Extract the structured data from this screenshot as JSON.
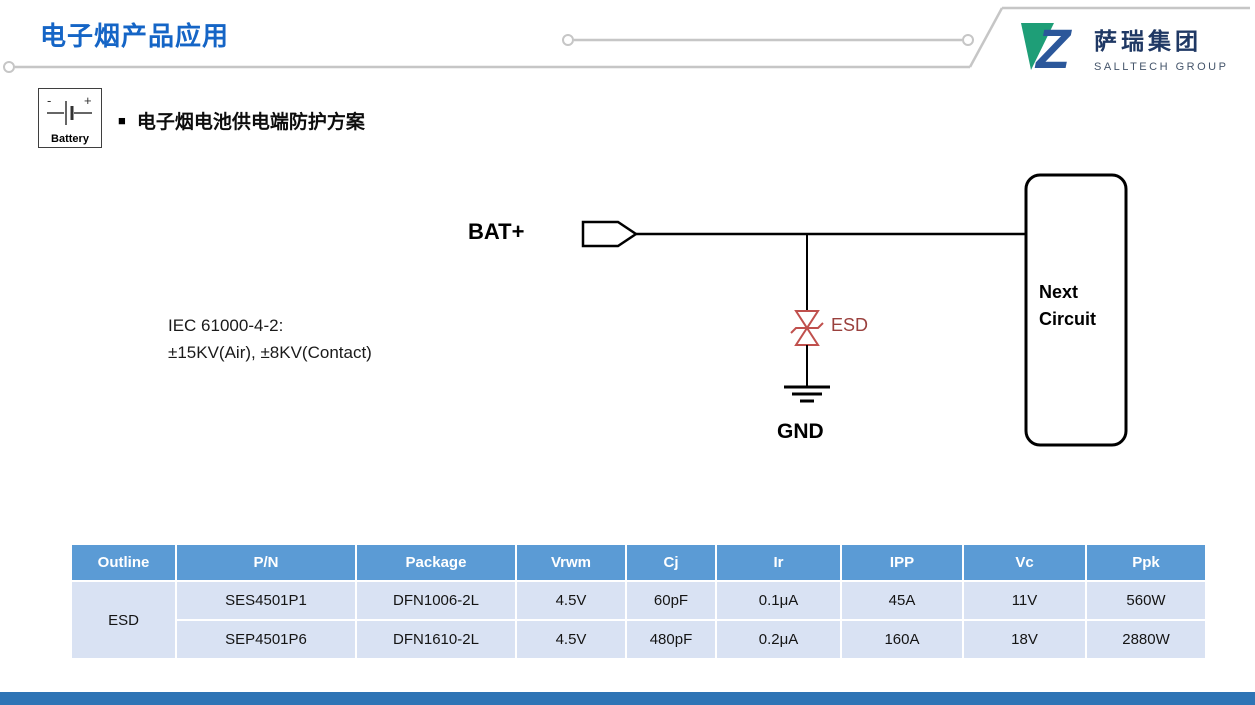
{
  "header": {
    "title": "电子烟产品应用",
    "logo": {
      "name_cn": "萨瑞集团",
      "name_en": "SALLTECH GROUP"
    }
  },
  "section": {
    "bullet": "■",
    "heading": "电子烟电池供电端防护方案",
    "battery_label": "Battery",
    "battery_minus": "-",
    "battery_plus": "+"
  },
  "circuit": {
    "bat_label": "BAT+",
    "esd_label": "ESD",
    "gnd_label": "GND",
    "next_line1": "Next",
    "next_line2": "Circuit",
    "iec_line1": "IEC 61000-4-2:",
    "iec_line2": "±15KV(Air), ±8KV(Contact)"
  },
  "table": {
    "headers": [
      "Outline",
      "P/N",
      "Package",
      "Vrwm",
      "Cj",
      "Ir",
      "IPP",
      "Vc",
      "Ppk"
    ],
    "outline_label": "ESD",
    "rows": [
      [
        "SES4501P1",
        "DFN1006-2L",
        "4.5V",
        "60pF",
        "0.1μA",
        "45A",
        "11V",
        "560W"
      ],
      [
        "SEP4501P6",
        "DFN1610-2L",
        "4.5V",
        "480pF",
        "0.2μA",
        "160A",
        "18V",
        "2880W"
      ]
    ]
  },
  "colors": {
    "title_blue": "#1565C6",
    "logo_blue": "#1F3864",
    "logo_green": "#1E9E77",
    "table_header_bg": "#5B9BD5",
    "table_row_bg": "#D9E2F3",
    "esd_red": "#C0504D",
    "footer_bar": "#2E74B5"
  }
}
